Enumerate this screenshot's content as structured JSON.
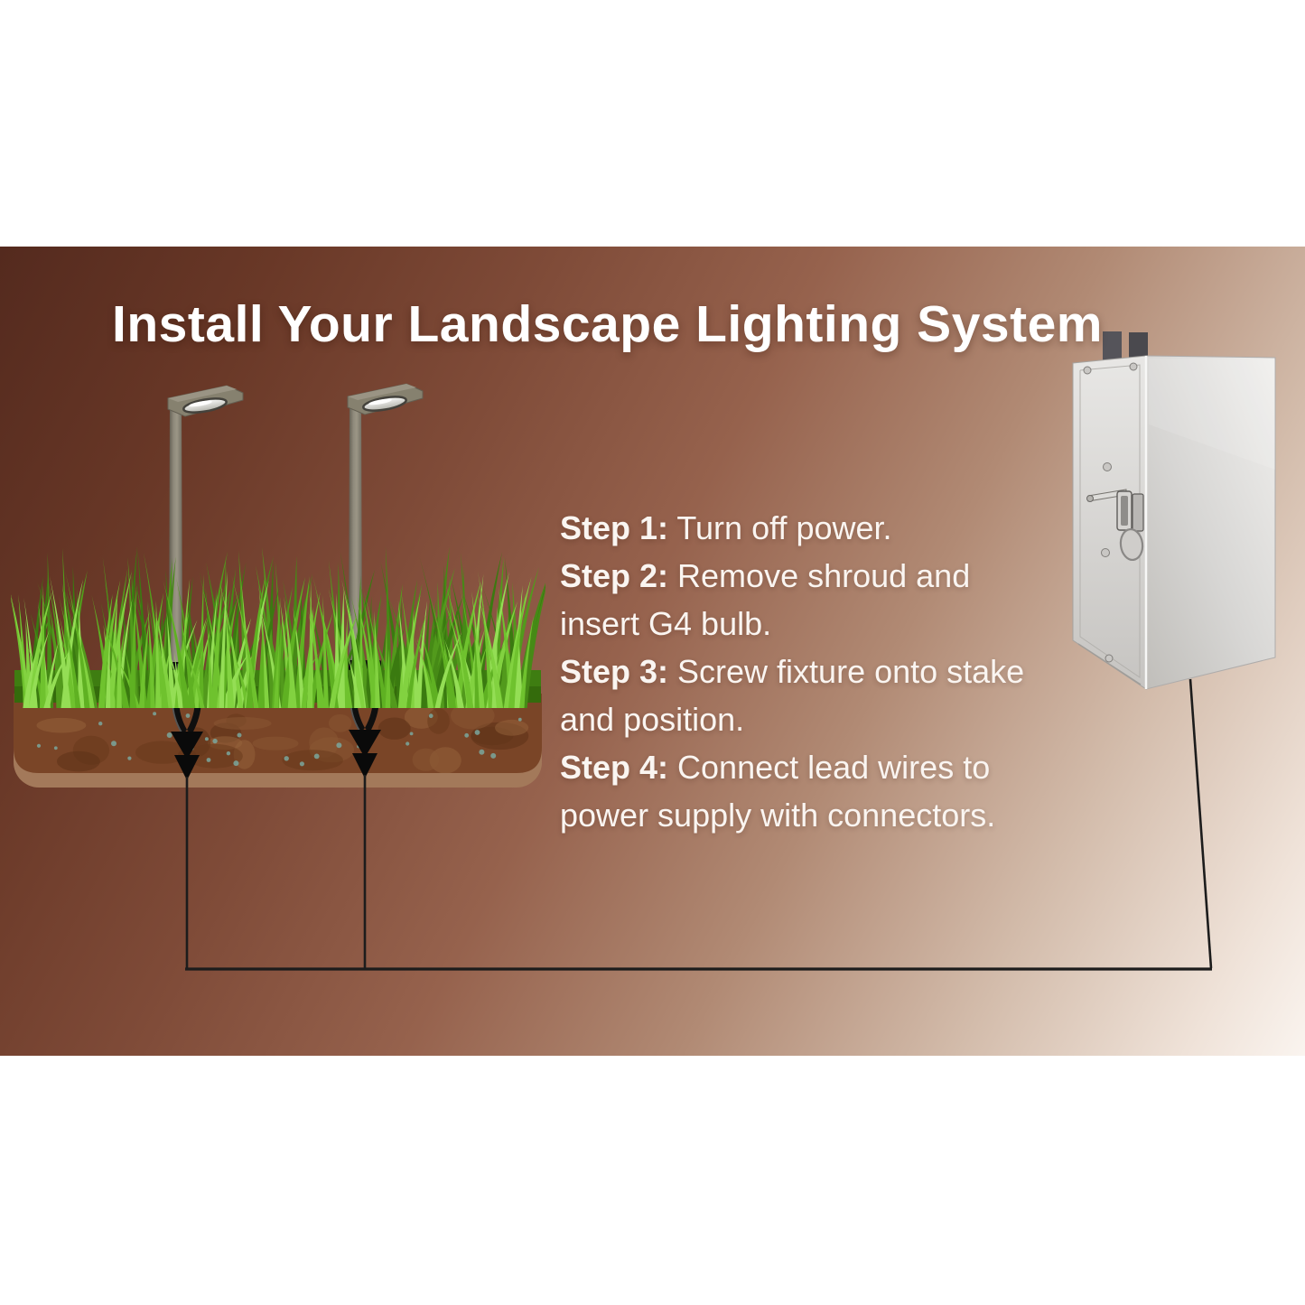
{
  "title": "Install Your Landscape Lighting System",
  "steps": {
    "items": [
      {
        "label": "Step 1:",
        "text": "Turn off power."
      },
      {
        "label": "Step 2:",
        "text": "Remove shroud and insert G4 bulb."
      },
      {
        "label": "Step 3:",
        "text": "Screw fixture onto stake and position."
      },
      {
        "label": "Step 4:",
        "text": "Connect lead wires to power supply with connectors."
      }
    ],
    "lines": [
      {
        "bold": "Step 1:",
        "text": " Turn off power."
      },
      {
        "bold": "Step 2:",
        "text": " Remove shroud and"
      },
      {
        "bold": "",
        "text": "insert G4 bulb."
      },
      {
        "bold": "Step 3:",
        "text": " Screw fixture onto stake"
      },
      {
        "bold": "",
        "text": "and position."
      },
      {
        "bold": "Step 4:",
        "text": " Connect lead wires to"
      },
      {
        "bold": "",
        "text": "power supply with connectors."
      }
    ]
  },
  "figures": [
    "path-light-fixture",
    "ground-stake",
    "grass-soil-cross-section",
    "lead-wires",
    "power-supply-transformer-box"
  ],
  "colors": {
    "margin_white": "#ffffff",
    "background_dark_corner": "#542a1e",
    "background_light_corner": "#faf4ef",
    "title_text": "#ffffff",
    "steps_text": "#faf5f1",
    "grass_green": "#6fc22e",
    "soil_brown": "#7a4527",
    "stake_black": "#0d0d0d",
    "wire_black": "#1c1c1c",
    "fixture_metal": "#86816f",
    "power_supply_steel": "#d9d8d6"
  }
}
